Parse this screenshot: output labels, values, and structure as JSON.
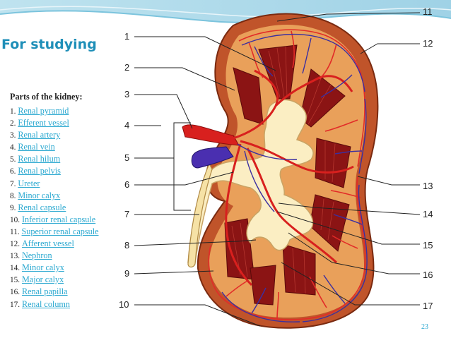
{
  "slide": {
    "title": "For studying",
    "page_number": "23"
  },
  "parts": {
    "heading": "Parts of the kidney:",
    "items": [
      {
        "n": "1.",
        "label": "Renal pyramid"
      },
      {
        "n": "2.",
        "label": "Efferent vessel"
      },
      {
        "n": "3.",
        "label": "Renal artery"
      },
      {
        "n": "4.",
        "label": "Renal vein"
      },
      {
        "n": "5.",
        "label": "Renal hilum"
      },
      {
        "n": "6.",
        "label": "Renal pelvis"
      },
      {
        "n": "7.",
        "label": "Ureter"
      },
      {
        "n": "8.",
        "label": "Minor calyx"
      },
      {
        "n": "9.",
        "label": "Renal capsule"
      },
      {
        "n": "10.",
        "label": "Inferior renal capsule"
      },
      {
        "n": "11.",
        "label": "Superior renal capsule"
      },
      {
        "n": "12.",
        "label": "Afferent vessel"
      },
      {
        "n": "13.",
        "label": "Nephron"
      },
      {
        "n": "14.",
        "label": "Minor calyx"
      },
      {
        "n": "15.",
        "label": "Major calyx"
      },
      {
        "n": "16.",
        "label": "Renal papilla"
      },
      {
        "n": "17.",
        "label": "Renal column"
      }
    ]
  },
  "diagram_numbers": [
    "1",
    "2",
    "3",
    "4",
    "5",
    "6",
    "7",
    "8",
    "9",
    "10",
    "11",
    "12",
    "13",
    "14",
    "15",
    "16",
    "17"
  ],
  "colors": {
    "accent_blue": "#2aa8d0",
    "title_blue": "#1f8fb8",
    "kidney_outer": "#c0542a",
    "cortex": "#e9a05a",
    "pyramid": "#8b1414",
    "pelvis": "#fbeec3",
    "artery": "#d8201e",
    "vein": "#3b2fa0"
  }
}
